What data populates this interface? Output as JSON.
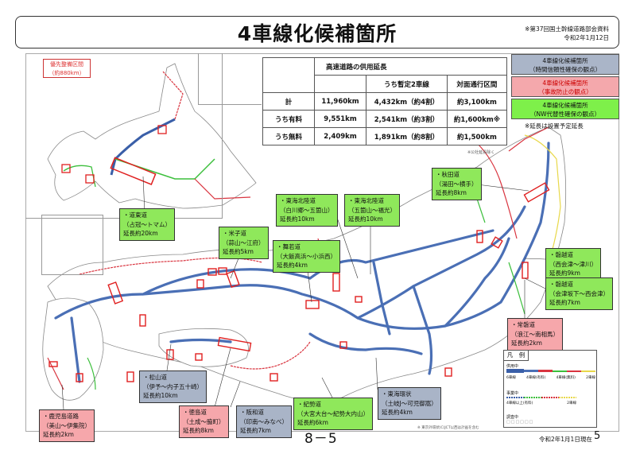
{
  "header": {
    "title": "4車線化候補箇所",
    "source_note": "※第37回国土幹線道路部会資料",
    "source_date": "令和2年1月12日"
  },
  "priority_section": {
    "label": "優先整備区間",
    "length": "（約880km）"
  },
  "stats_table": {
    "header_main": "高速道路の供用延長",
    "columns": [
      "",
      "",
      "うち暫定2車線",
      "対面通行区間"
    ],
    "rows": [
      {
        "label": "計",
        "total": "11,960km",
        "provisional_2lane": "4,432km（約4割）",
        "two_way": "約3,100km"
      },
      {
        "label": "うち有料",
        "total": "9,551km",
        "provisional_2lane": "2,541km（約3割）",
        "two_way": "約1,600km※"
      },
      {
        "label": "うち無料",
        "total": "2,409km",
        "provisional_2lane": "1,891km（約8割）",
        "two_way": "約1,500km"
      }
    ],
    "footnote": "※公社延長除く"
  },
  "category_legend": [
    {
      "line1": "4車線化候補箇所",
      "line2": "（時間信頼性確保の観点）",
      "color": "#aab5c8"
    },
    {
      "line1": "4車線化候補箇所",
      "line2": "（事故防止の観点）",
      "color": "#f4a8ac"
    },
    {
      "line1": "4車線化候補箇所",
      "line2": "（NW代替性確保の観点）",
      "color": "#7ef04a"
    }
  ],
  "length_note": "※延長は設置予定延長",
  "callouts": [
    {
      "id": "doutou",
      "road": "・道東道",
      "section": "（占冠～トマム）",
      "length": "延長約20km",
      "type": "green"
    },
    {
      "id": "yonago",
      "road": "・米子道",
      "section": "（蒜山～江府）",
      "length": "延長約5km",
      "type": "green"
    },
    {
      "id": "tokaihokuriku1",
      "road": "・東海北陸道",
      "section": "（白川郷～五箇山）",
      "length": "延長約10km",
      "type": "green"
    },
    {
      "id": "tokaihokuriku2",
      "road": "・東海北陸道",
      "section": "（五箇山～福光）",
      "length": "延長約10km",
      "type": "green"
    },
    {
      "id": "maizuru",
      "road": "・舞若道",
      "section": "（大飯高浜～小浜西）",
      "length": "延長約4km",
      "type": "green"
    },
    {
      "id": "akita",
      "road": "・秋田道",
      "section": "（湯田～横手）",
      "length": "延長約8km",
      "type": "green"
    },
    {
      "id": "banetsu1",
      "road": "・磐越道",
      "section": "（西会津～津川）",
      "length": "延長約9km",
      "type": "green"
    },
    {
      "id": "banetsu2",
      "road": "・磐越道",
      "section": "（会津坂下～西会津）",
      "length": "延長約7km",
      "type": "green"
    },
    {
      "id": "joban",
      "road": "・常磐道",
      "section": "（浪江～南相馬）",
      "length": "延長約2km",
      "type": "pink"
    },
    {
      "id": "matsuyama",
      "road": "・松山道",
      "section": "（伊予～内子五十崎）",
      "length": "延長約10km",
      "type": "blue"
    },
    {
      "id": "kagoshima",
      "road": "・鹿児島道路",
      "section": "（美山～伊集院）",
      "length": "延長約2km",
      "type": "pink"
    },
    {
      "id": "tokushima",
      "road": "・徳島道",
      "section": "（土成～脇町）",
      "length": "延長約8km",
      "type": "pink"
    },
    {
      "id": "hanwa",
      "road": "・阪和道",
      "section": "（印南～みなべ）",
      "length": "延長約7km",
      "type": "blue"
    },
    {
      "id": "kisei",
      "road": "・紀勢道",
      "section": "（大宮大台～紀勢大内山）",
      "length": "延長約6km",
      "type": "green"
    },
    {
      "id": "tokaikanjo",
      "road": "・東海環状",
      "section": "（土岐J～可児御嵩）",
      "length": "延長約4km",
      "type": "blue"
    }
  ],
  "map_legend": {
    "title": "凡　例",
    "in_service": "供用中",
    "in_service_items": [
      "6車線",
      "4車線(有料)",
      "4車線(無料)",
      "暫定2車線(有料)",
      "暫定2車線(無料)",
      "2車線"
    ],
    "under_construction": "事業中",
    "construction_items": [
      "4車線以上(有料)",
      "暫定2車線(有料)",
      "暫定2車線(無料)",
      "2車線"
    ],
    "survey": "調査中"
  },
  "colors": {
    "road_6lane": "#3a5fa8",
    "road_4lane_toll": "#4a6fb5",
    "road_4lane_free": "#d9343f",
    "road_2lane_prov_toll": "#3cbf3c",
    "road_2lane_prov_free": "#d9343f",
    "road_2lane": "#e8d84a",
    "candidate_box": "#e02020"
  },
  "footer": {
    "page_number": "8－5",
    "as_of": "令和2年1月1日現在",
    "corner": "5",
    "note": "※ 東京外環状(C)JCT以西は計画を含む"
  }
}
